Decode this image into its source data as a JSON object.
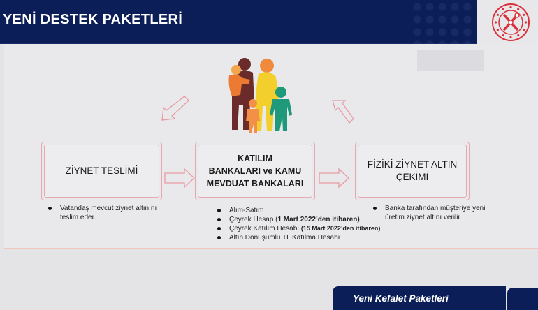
{
  "header": {
    "title": "YENİ DESTEK PAKETLERİ",
    "background_color": "#0b1e57",
    "logo_icon": "ministry-seal-icon"
  },
  "diagram": {
    "illustration": "family-icon",
    "boxes": [
      {
        "label": "ZİYNET TESLİMİ"
      },
      {
        "line1": "KATILIM",
        "line2": "BANKALARI ve KAMU",
        "line3": "MEVDUAT BANKALARI"
      },
      {
        "line1": "FİZİKİ ZİYNET ALTIN",
        "line2": "ÇEKİMİ"
      }
    ],
    "arrows": [
      "arrow-right-icon",
      "arrow-right-icon",
      "arrow-down-left-icon",
      "arrow-up-left-icon"
    ],
    "accent_color": "#e6a9af"
  },
  "lists": {
    "left": [
      {
        "line1": "Vatandaş mevcut ziynet altınını",
        "line2": "teslim eder."
      }
    ],
    "center": [
      {
        "text": "Alım-Satım"
      },
      {
        "text": "Çeyrek Hesap (",
        "bold": "1 Mart 2022’den itibaren",
        "after": ")"
      },
      {
        "text": "Çeyrek Katılım Hesabı  ",
        "bold": "(15 Mart 2022’den itibaren)"
      },
      {
        "text": "Altın Dönüşümlü TL Katılma Hesabı"
      }
    ],
    "right": [
      {
        "line1": "Banka tarafından müşteriye yeni",
        "line2": "üretim ziynet altını verilir."
      }
    ]
  },
  "footer": {
    "tab_label": "Yeni Kefalet Paketleri"
  }
}
